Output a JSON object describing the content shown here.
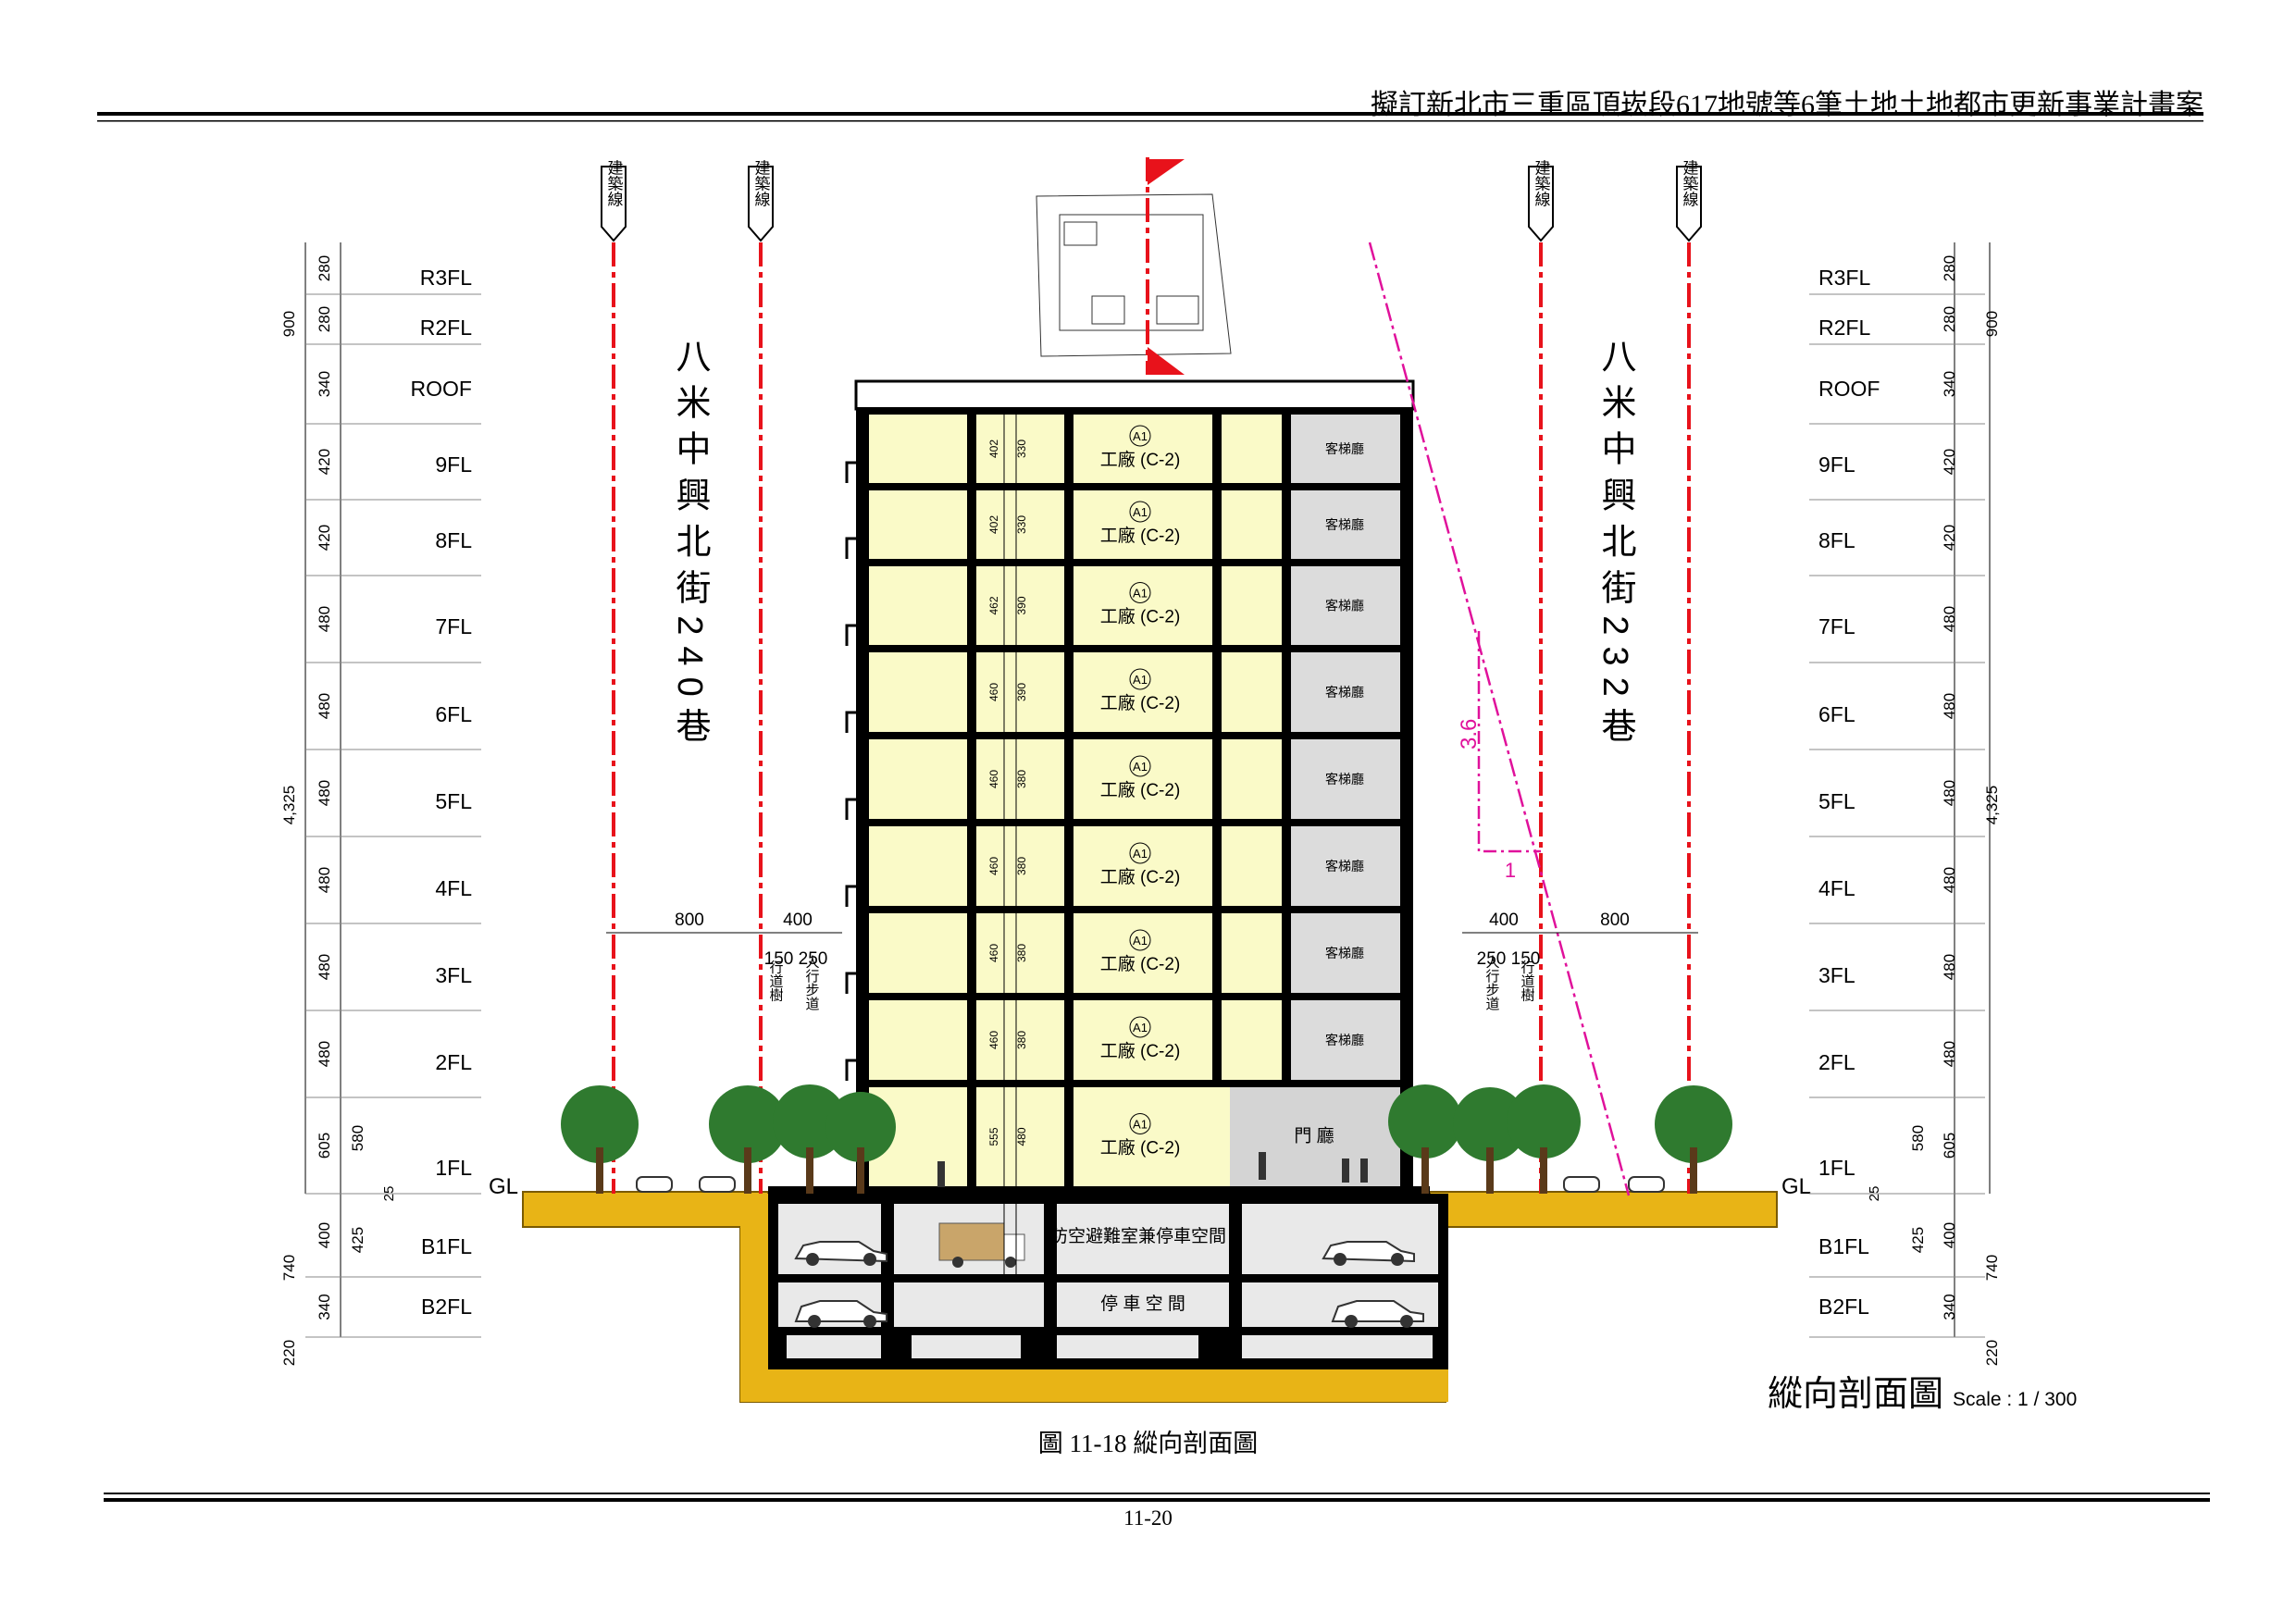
{
  "header": {
    "title": "擬訂新北市三重區頂崁段617地號等6筆土地土地都市更新事業計畫案"
  },
  "caption": "圖 11-18 縱向剖面圖",
  "page_number": "11-20",
  "drawing_title": {
    "label": "縱向剖面圖",
    "scale": "Scale : 1 / 300"
  },
  "building_line_label": "建築線",
  "streets": {
    "left": "八米中興北街240巷",
    "right": "八米中興北街232巷"
  },
  "ground_label": "GL",
  "levels": [
    {
      "name": "R3FL",
      "dim": "280"
    },
    {
      "name": "R2FL",
      "dim": "280"
    },
    {
      "name": "ROOF",
      "dim": "340"
    },
    {
      "name": "9FL",
      "dim": "420"
    },
    {
      "name": "8FL",
      "dim": "420"
    },
    {
      "name": "7FL",
      "dim": "480"
    },
    {
      "name": "6FL",
      "dim": "480"
    },
    {
      "name": "5FL",
      "dim": "480"
    },
    {
      "name": "4FL",
      "dim": "480"
    },
    {
      "name": "3FL",
      "dim": "480"
    },
    {
      "name": "2FL",
      "dim": "480"
    },
    {
      "name": "1FL",
      "dim": "605"
    },
    {
      "name": "B1FL",
      "dim": "400"
    },
    {
      "name": "B2FL",
      "dim": "340"
    }
  ],
  "extra_dims": {
    "total_above": "4,325",
    "roof_group": "900",
    "below_total": "740",
    "bottom": "220",
    "first_floor_alt": "580",
    "small": "25",
    "basement_alt": "425"
  },
  "floor_units": [
    {
      "floor": "9FL",
      "tag": "A1",
      "use": "工廠 (C-2)",
      "lobby": "客梯廳",
      "h1": "402",
      "h2": "330"
    },
    {
      "floor": "8FL",
      "tag": "A1",
      "use": "工廠 (C-2)",
      "lobby": "客梯廳",
      "h1": "402",
      "h2": "330"
    },
    {
      "floor": "7FL",
      "tag": "A1",
      "use": "工廠 (C-2)",
      "lobby": "客梯廳",
      "h1": "462",
      "h2": "390"
    },
    {
      "floor": "6FL",
      "tag": "A1",
      "use": "工廠 (C-2)",
      "lobby": "客梯廳",
      "h1": "460",
      "h2": "390"
    },
    {
      "floor": "5FL",
      "tag": "A1",
      "use": "工廠 (C-2)",
      "lobby": "客梯廳",
      "h1": "460",
      "h2": "380"
    },
    {
      "floor": "4FL",
      "tag": "A1",
      "use": "工廠 (C-2)",
      "lobby": "客梯廳",
      "h1": "460",
      "h2": "380"
    },
    {
      "floor": "3FL",
      "tag": "A1",
      "use": "工廠 (C-2)",
      "lobby": "客梯廳",
      "h1": "460",
      "h2": "380"
    },
    {
      "floor": "2FL",
      "tag": "A1",
      "use": "工廠 (C-2)",
      "lobby": "客梯廳",
      "h1": "460",
      "h2": "380"
    },
    {
      "floor": "1FL",
      "tag": "A1",
      "use": "工廠 (C-2)",
      "lobby": "門 廳",
      "h1": "555",
      "h2": "480"
    }
  ],
  "basement": {
    "b1_label": "防空避難室兼停車空間",
    "b2_label": "停 車 空 間"
  },
  "sidewalk": {
    "left_width": "800",
    "left_walk": "400",
    "left_split": "150 250",
    "right_width": "800",
    "right_walk": "400",
    "right_split": "250 150",
    "tree_strip": "行道樹",
    "walkway": "人行步道"
  },
  "setback": {
    "ratio_h": "3.6",
    "ratio_w": "1"
  },
  "colors": {
    "building_line": "#e8121b",
    "setback_line": "#e0119b",
    "floor_fill": "#fafac8",
    "lobby_fill": "#dcdcdc",
    "soil": "#e8b416"
  }
}
